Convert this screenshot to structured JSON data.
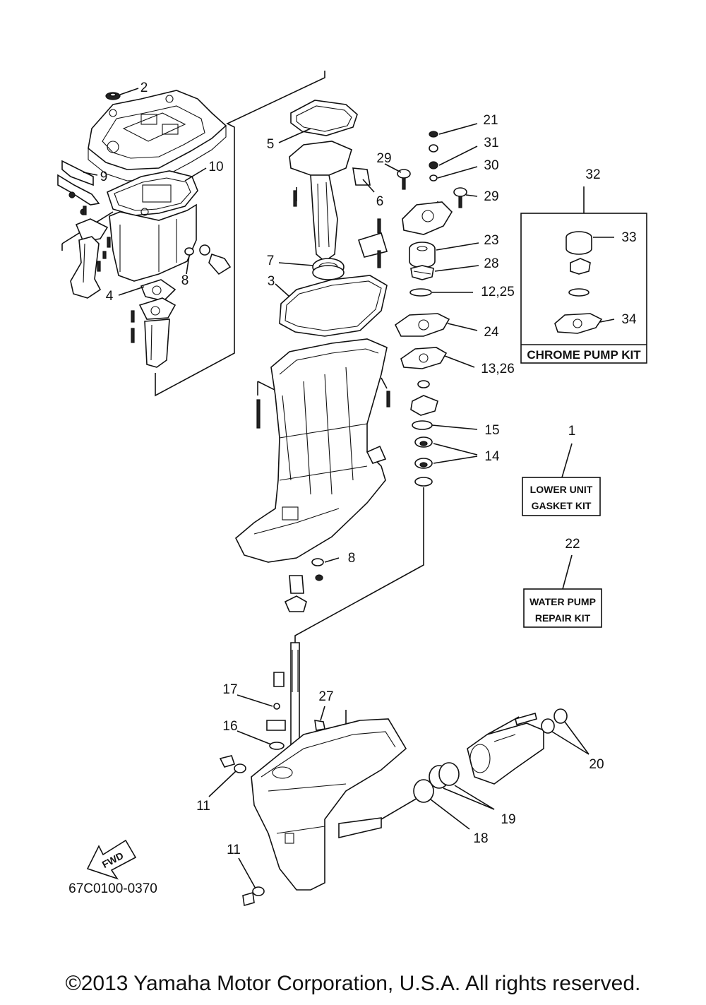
{
  "diagram": {
    "drawing_number": "67C0100-0370",
    "fwd_label": "FWD",
    "callouts": [
      "1",
      "2",
      "3",
      "4",
      "5",
      "6",
      "7",
      "8",
      "8",
      "9",
      "10",
      "11",
      "11",
      "12,25",
      "13,26",
      "14",
      "15",
      "16",
      "17",
      "18",
      "19",
      "20",
      "21",
      "22",
      "23",
      "24",
      "27",
      "28",
      "29",
      "29",
      "30",
      "31",
      "32",
      "33",
      "34"
    ],
    "kits": {
      "chrome_pump": "CHROME PUMP KIT",
      "lower_unit_line1": "LOWER UNIT",
      "lower_unit_line2": "GASKET KIT",
      "water_pump_line1": "WATER PUMP",
      "water_pump_line2": "REPAIR KIT"
    }
  },
  "footer": {
    "copyright": "©2013 Yamaha Motor Corporation, U.S.A. All rights reserved."
  }
}
